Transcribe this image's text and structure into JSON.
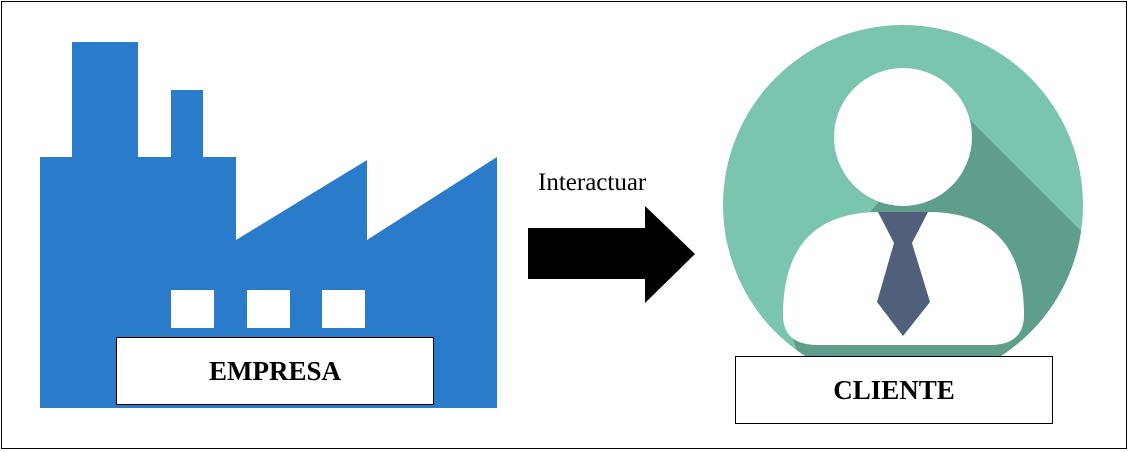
{
  "empresa": {
    "label": "EMPRESA",
    "icon": "factory-icon",
    "color": "#2B7BCB"
  },
  "arrow": {
    "label": "Interactuar",
    "icon": "right-arrow-icon",
    "color": "#000000"
  },
  "cliente": {
    "label": "CLIENTE",
    "icon": "businessman-avatar-icon",
    "circle_color": "#7AC4B0",
    "shadow_color": "#5F9E8D",
    "figure_color": "#FFFFFF",
    "tie_color": "#51607A"
  }
}
